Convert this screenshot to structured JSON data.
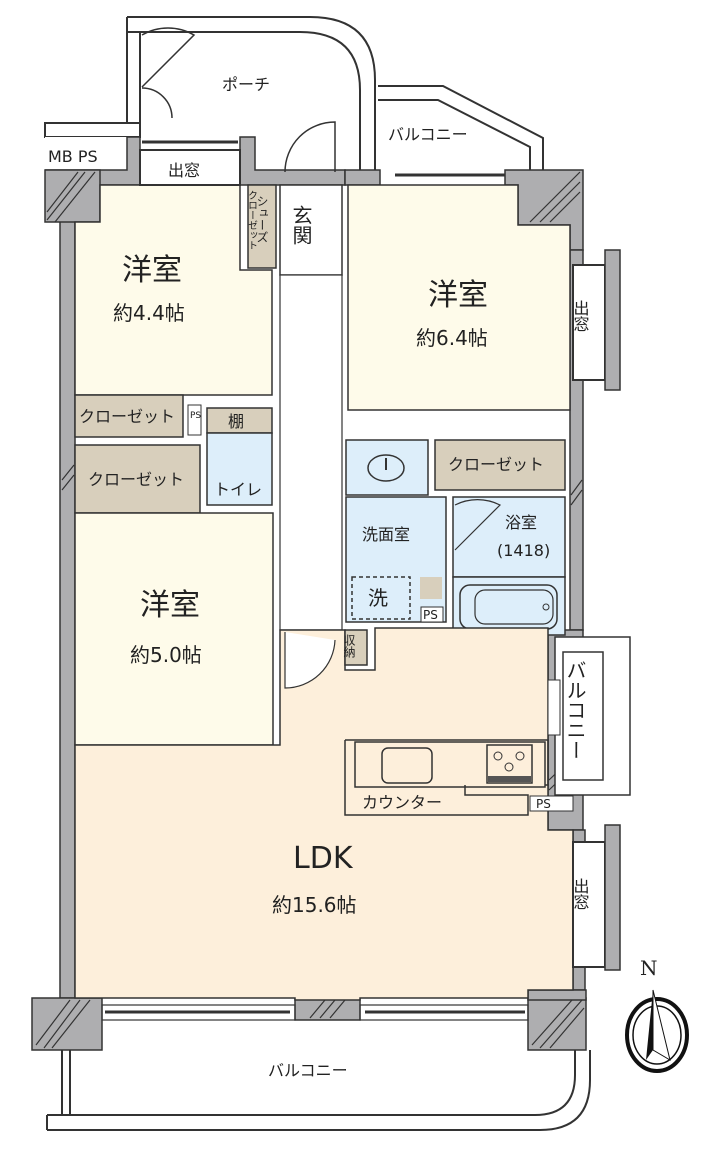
{
  "floorplan": {
    "colors": {
      "wall": "#aeaeb0",
      "room_western": "#fefbea",
      "ldk": "#fdefdb",
      "wet_area": "#ddeefa",
      "storage": "#d8cfbc",
      "outline": "#333333",
      "background": "#ffffff"
    },
    "rooms": {
      "porch": {
        "label": "ポーチ"
      },
      "mb_ps": {
        "label": "MB PS"
      },
      "bay_window_top": {
        "label": "出窓"
      },
      "balcony_top": {
        "label": "バルコニー"
      },
      "shoes_closet": {
        "label_line1": "シューズ",
        "label_line2": "クローゼット"
      },
      "entrance": {
        "label": "玄関"
      },
      "western_room_1": {
        "label": "洋室",
        "size": "約4.4帖"
      },
      "western_room_2": {
        "label": "洋室",
        "size": "約6.4帖"
      },
      "bay_window_right_1": {
        "label": "出窓"
      },
      "closet_1": {
        "label": "クローゼット"
      },
      "ps_1": {
        "label": "PS"
      },
      "shelf": {
        "label": "棚"
      },
      "toilet": {
        "label": "トイレ"
      },
      "closet_2": {
        "label": "クローゼット"
      },
      "closet_3": {
        "label": "クローゼット"
      },
      "washroom": {
        "label": "洗面室"
      },
      "washer": {
        "label": "洗"
      },
      "ps_2": {
        "label": "PS"
      },
      "bathroom": {
        "label": "浴室",
        "size": "(1418)"
      },
      "western_room_3": {
        "label": "洋室",
        "size": "約5.0帖"
      },
      "storage": {
        "label": "収納"
      },
      "balcony_side": {
        "label": "バルコニー"
      },
      "counter": {
        "label": "カウンター"
      },
      "ps_3": {
        "label": "PS"
      },
      "ldk": {
        "label": "LDK",
        "size": "約15.6帖"
      },
      "bay_window_right_2": {
        "label": "出窓"
      },
      "balcony_bottom": {
        "label": "バルコニー"
      }
    },
    "compass": {
      "label": "N"
    }
  }
}
